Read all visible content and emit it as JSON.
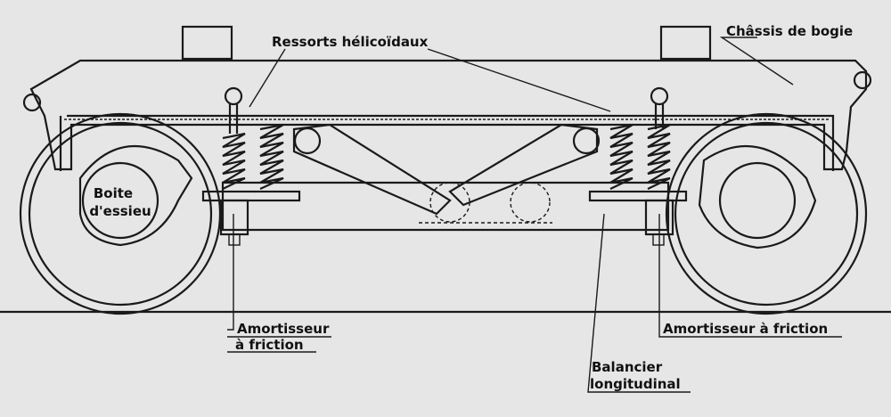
{
  "labels": {
    "springs": "Ressorts hélicoïdaux",
    "frame": "Châssis de bogie",
    "axlebox_line1": "Boite",
    "axlebox_line2": "d'essieu",
    "damper_left_line1": "Amortisseur",
    "damper_left_line2": "à friction",
    "damper_right": "Amortisseur à friction",
    "beam_line1": "Balancier",
    "beam_line2": "longitudinal"
  }
}
